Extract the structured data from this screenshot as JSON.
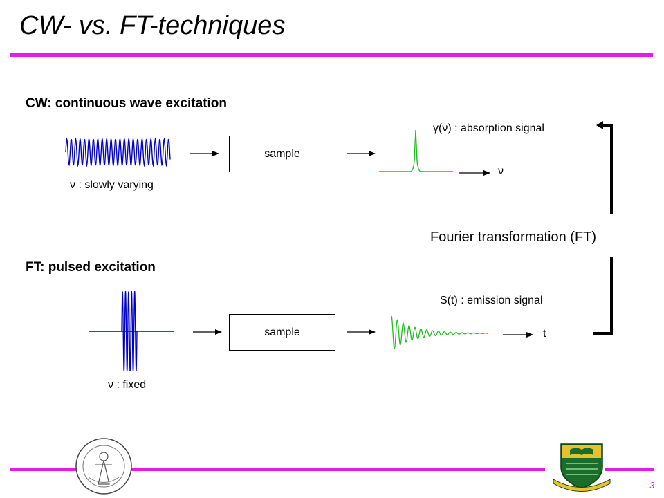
{
  "slide": {
    "title": "CW- vs. FT-techniques",
    "page_number": "3",
    "accent_color": "#e51ce5",
    "cw": {
      "heading": "CW: continuous wave excitation",
      "input_label": "ν : slowly varying",
      "box_label": "sample",
      "signal_label": "γ(ν) : absorption signal",
      "axis_label": "ν",
      "input_wave_color": "#0000cc",
      "signal_color": "#22bb22"
    },
    "ft": {
      "heading": "FT: pulsed excitation",
      "input_label": "ν : fixed",
      "box_label": "sample",
      "signal_label": "S(t) : emission signal",
      "axis_label": "t",
      "input_wave_color": "#0000cc",
      "signal_color": "#22bb22"
    },
    "transform_label": "Fourier transformation (FT)",
    "logos": {
      "left": "university-seal-icon",
      "right": "university-crest-icon"
    }
  }
}
